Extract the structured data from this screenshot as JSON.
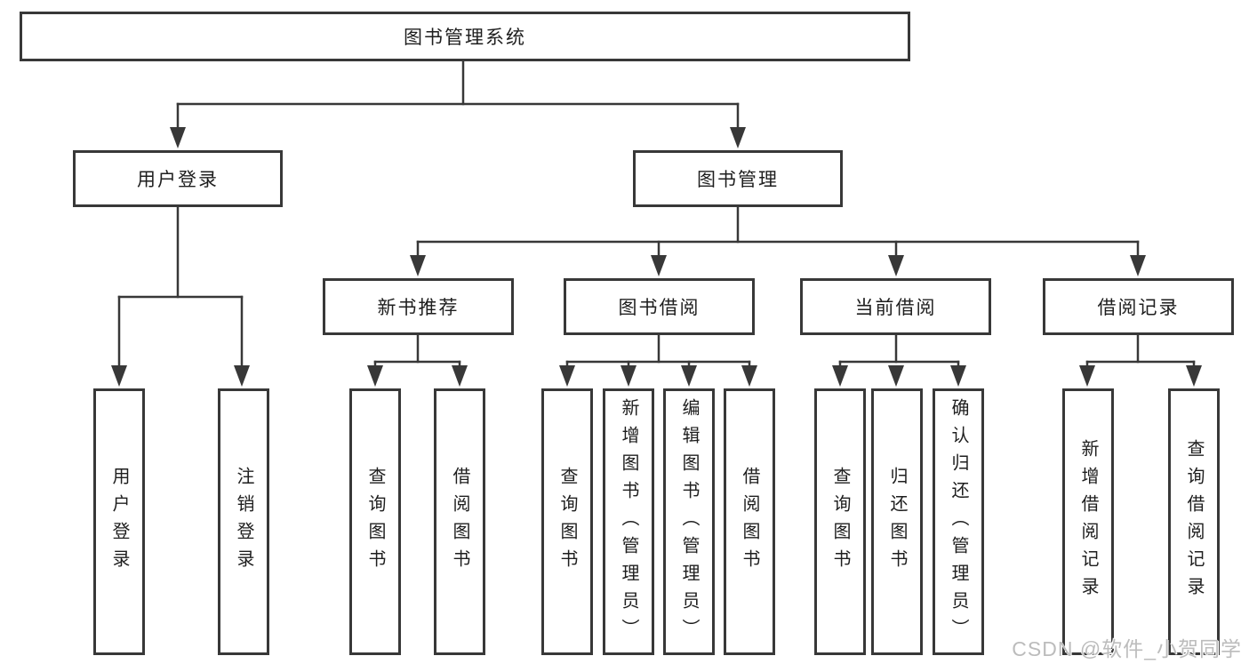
{
  "diagram_title": "图书管理系统",
  "tree": {
    "root": {
      "label": "图书管理系统"
    },
    "branches": [
      {
        "label": "用户登录",
        "children": [
          {
            "label": "用户登录"
          },
          {
            "label": "注销登录"
          }
        ]
      },
      {
        "label": "图书管理",
        "children": [
          {
            "label": "新书推荐",
            "children": [
              {
                "label": "查询图书"
              },
              {
                "label": "借阅图书"
              }
            ]
          },
          {
            "label": "图书借阅",
            "children": [
              {
                "label": "查询图书"
              },
              {
                "label": "新增图书（管理员）"
              },
              {
                "label": "编辑图书（管理员）"
              },
              {
                "label": "借阅图书"
              }
            ]
          },
          {
            "label": "当前借阅",
            "children": [
              {
                "label": "查询图书"
              },
              {
                "label": "归还图书"
              },
              {
                "label": "确认归还（管理员）"
              }
            ]
          },
          {
            "label": "借阅记录",
            "children": [
              {
                "label": "新增借阅记录"
              },
              {
                "label": "查询借阅记录"
              }
            ]
          }
        ]
      }
    ]
  },
  "watermark": {
    "text": "CSDN @软件_小贺同学",
    "color": "#bcbcbc"
  },
  "colors": {
    "background": "#ffffff",
    "line": "#383838",
    "box_border": "#383838",
    "text": "#1e1e1e"
  }
}
